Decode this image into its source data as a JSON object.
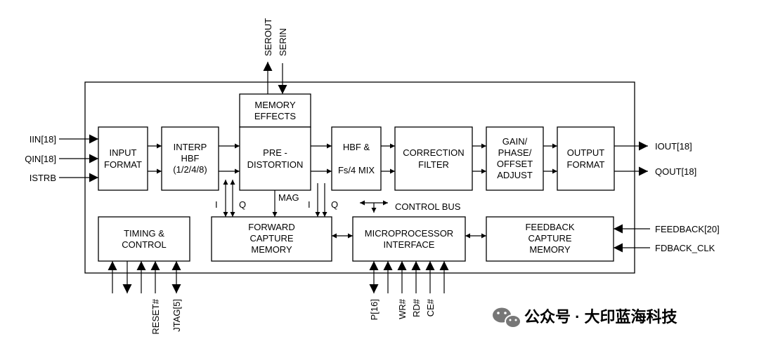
{
  "colors": {
    "line": "#000000",
    "background": "#ffffff",
    "watermark": "#555555"
  },
  "blocks": {
    "memory_effects": [
      "MEMORY",
      "EFFECTS"
    ],
    "input_format": [
      "INPUT",
      "FORMAT"
    ],
    "interp_hbf": [
      "INTERP",
      "HBF",
      "(1/2/4/8)"
    ],
    "pre_distortion": [
      "PRE -",
      "DISTORTION"
    ],
    "hbf_mix": [
      "HBF &",
      "Fs/4 MIX"
    ],
    "correction_filter": [
      "CORRECTION",
      "FILTER"
    ],
    "gain_phase": [
      "GAIN/",
      "PHASE/",
      "OFFSET",
      "ADJUST"
    ],
    "output_format": [
      "OUTPUT",
      "FORMAT"
    ],
    "timing_control": [
      "TIMING &",
      "CONTROL"
    ],
    "forward_capture": [
      "FORWARD",
      "CAPTURE",
      "MEMORY"
    ],
    "microprocessor": [
      "MICROPROCESSOR",
      "INTERFACE"
    ],
    "feedback_capture": [
      "FEEDBACK",
      "CAPTURE",
      "MEMORY"
    ]
  },
  "signals": {
    "iin": "IIN[18]",
    "qin": "QIN[18]",
    "istrb": "ISTRB",
    "serout": "SEROUT",
    "serin": "SERIN",
    "iout": "IOUT[18]",
    "qout": "QOUT[18]",
    "feedback": "FEEDBACK[20]",
    "fdback_clk": "FDBACK_CLK",
    "reset": "RESET#",
    "jtag": "JTAG[5]",
    "p16": "P[16]",
    "wr": "WR#",
    "rd": "RD#",
    "ce": "CE#",
    "control_bus": "CONTROL BUS",
    "mag": "MAG",
    "i1": "I",
    "q1": "Q",
    "i2": "I",
    "q2": "Q"
  },
  "watermark": "公众号 · 大印蓝海科技"
}
